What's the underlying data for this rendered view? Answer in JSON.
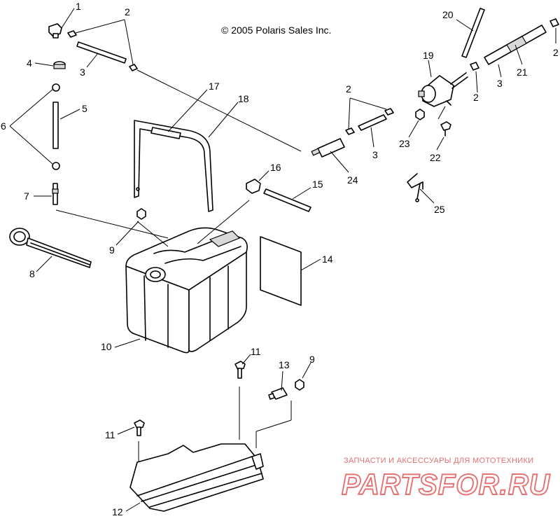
{
  "copyright": "© 2005 Polaris Sales Inc.",
  "watermark": {
    "tagline": "ЗАПЧАСТИ И АКСЕССУАРЫ ДЛЯ МОТОТЕХНИКИ",
    "brand": "PARTSFOR.RU",
    "color": "#e57373"
  },
  "callouts": {
    "c1": "1",
    "c2a": "2",
    "c3a": "3",
    "c4": "4",
    "c6": "6",
    "c5": "5",
    "c7": "7",
    "c8": "8",
    "c9a": "9",
    "c10": "10",
    "c17": "17",
    "c18": "18",
    "c16": "16",
    "c15": "15",
    "c14": "14",
    "c2b": "2",
    "c3b": "3",
    "c24": "24",
    "c20": "20",
    "c19": "19",
    "c2c": "2",
    "c2d": "2",
    "c3c": "3",
    "c21": "21",
    "c23": "23",
    "c22": "22",
    "c25": "25",
    "c11a": "11",
    "c13": "13",
    "c9b": "9",
    "c11b": "11",
    "c12": "12"
  }
}
